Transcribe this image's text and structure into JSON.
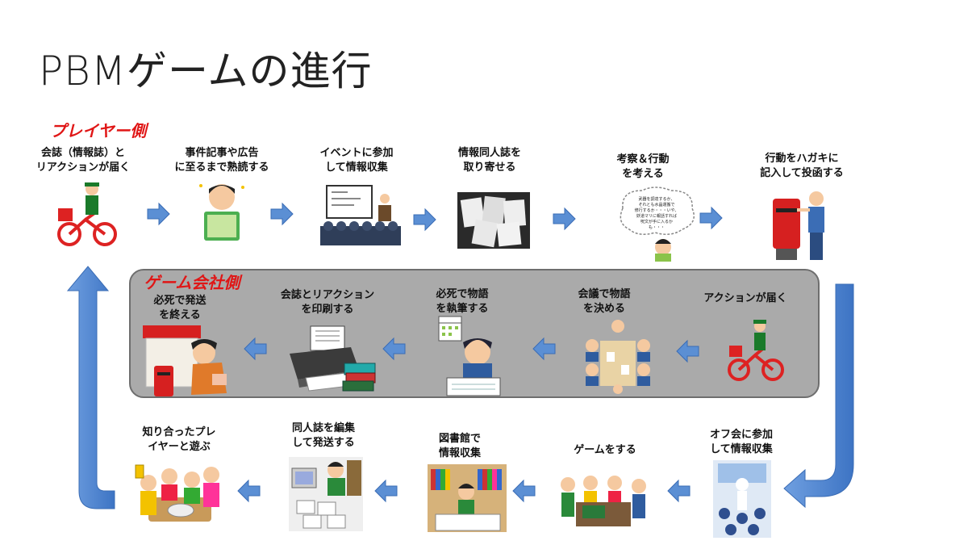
{
  "title": "PBMゲームの進行",
  "labels": {
    "player_side": "プレイヤー側",
    "company_side": "ゲーム会社側"
  },
  "steps": {
    "row1": [
      {
        "label": "会誌（情報誌）と\nリアクションが届く",
        "icon": "mail-delivery-bike-icon"
      },
      {
        "label": "事件記事や広告\nに至るまで熟読する",
        "icon": "reading-magazine-icon"
      },
      {
        "label": "イベントに参加\nして情報収集",
        "icon": "event-presentation-icon"
      },
      {
        "label": "情報同人誌を\n取り寄せる",
        "icon": "doujinshi-papers-icon"
      },
      {
        "label": "考察＆行動\nを考える",
        "icon": "thinking-person-icon"
      },
      {
        "label": "行動をハガキに\n記入して投函する",
        "icon": "mailbox-post-icon"
      }
    ],
    "row2": [
      {
        "label": "アクションが届く",
        "icon": "mail-delivery-bike-icon"
      },
      {
        "label": "会議で物語\nを決める",
        "icon": "meeting-table-icon"
      },
      {
        "label": "必死で物語\nを執筆する",
        "icon": "writing-desperately-icon"
      },
      {
        "label": "会誌とリアクション\nを印刷する",
        "icon": "printer-icon"
      },
      {
        "label": "必死で発送\nを終える",
        "icon": "post-office-exhausted-icon"
      }
    ],
    "row3": [
      {
        "label": "オフ会に参加\nして情報収集",
        "icon": "offline-meeting-icon"
      },
      {
        "label": "ゲームをする",
        "icon": "board-game-icon"
      },
      {
        "label": "図書館で\n情報収集",
        "icon": "library-icon"
      },
      {
        "label": "同人誌を編集\nして発送する",
        "icon": "editing-desk-icon"
      },
      {
        "label": "知り合ったプレ\nイヤーと遊ぶ",
        "icon": "party-friends-icon"
      }
    ]
  },
  "thought_bubble_text": "武器を調達するか、\nそれとも水晶運搬で\n修行するか・・・いや、\n妖道マリに報話すれば\n呪文が手に入るか\nも・・・",
  "colors": {
    "arrow": "#5b8fd4",
    "panel": "#aaaaaa",
    "accent_red": "#e01616"
  }
}
